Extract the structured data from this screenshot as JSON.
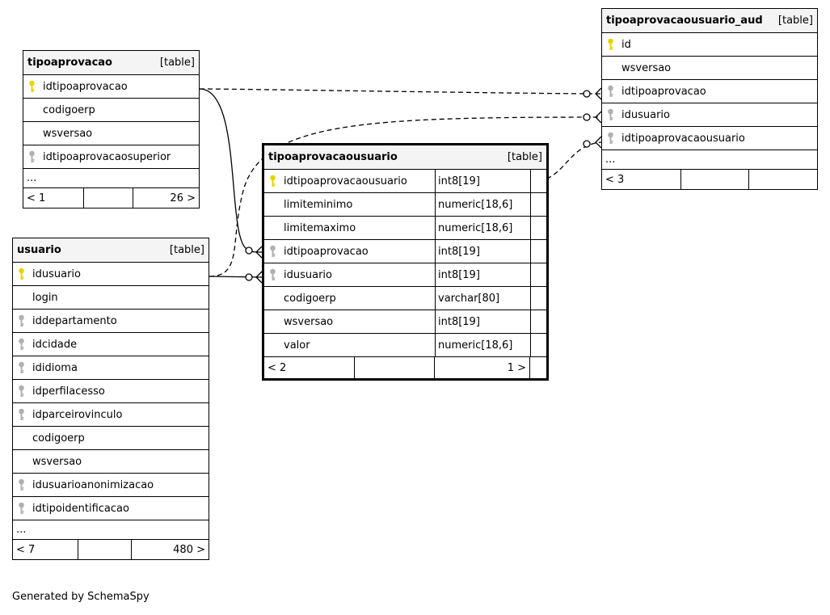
{
  "tables": {
    "tipoaprovacao": {
      "name": "tipoaprovacao",
      "type": "[table]",
      "columns": [
        {
          "name": "idtipoaprovacao",
          "key": "primary"
        },
        {
          "name": "codigoerp",
          "key": "none"
        },
        {
          "name": "wsversao",
          "key": "none"
        },
        {
          "name": "idtipoaprovacaosuperior",
          "key": "foreign"
        }
      ],
      "more": "...",
      "footer": {
        "left": "< 1",
        "right": "26 >"
      }
    },
    "usuario": {
      "name": "usuario",
      "type": "[table]",
      "columns": [
        {
          "name": "idusuario",
          "key": "primary"
        },
        {
          "name": "login",
          "key": "none"
        },
        {
          "name": "iddepartamento",
          "key": "foreign"
        },
        {
          "name": "idcidade",
          "key": "foreign"
        },
        {
          "name": "ididioma",
          "key": "foreign"
        },
        {
          "name": "idperfilacesso",
          "key": "foreign"
        },
        {
          "name": "idparceirovinculo",
          "key": "foreign"
        },
        {
          "name": "codigoerp",
          "key": "none"
        },
        {
          "name": "wsversao",
          "key": "none"
        },
        {
          "name": "idusuarioanonimizacao",
          "key": "foreign"
        },
        {
          "name": "idtipoidentificacao",
          "key": "foreign"
        }
      ],
      "more": "...",
      "footer": {
        "left": "< 7",
        "right": "480 >"
      }
    },
    "tipoaprovacaousuario": {
      "name": "tipoaprovacaousuario",
      "type": "[table]",
      "columns": [
        {
          "name": "idtipoaprovacaousuario",
          "key": "primary",
          "dtype": "int8[19]"
        },
        {
          "name": "limiteminimo",
          "key": "none",
          "dtype": "numeric[18,6]"
        },
        {
          "name": "limitemaximo",
          "key": "none",
          "dtype": "numeric[18,6]"
        },
        {
          "name": "idtipoaprovacao",
          "key": "foreign",
          "dtype": "int8[19]"
        },
        {
          "name": "idusuario",
          "key": "foreign",
          "dtype": "int8[19]"
        },
        {
          "name": "codigoerp",
          "key": "none",
          "dtype": "varchar[80]"
        },
        {
          "name": "wsversao",
          "key": "none",
          "dtype": "int8[19]"
        },
        {
          "name": "valor",
          "key": "none",
          "dtype": "numeric[18,6]"
        }
      ],
      "footer": {
        "left": "< 2",
        "right": "1 >"
      }
    },
    "tipoaprovacaousuario_aud": {
      "name": "tipoaprovacaousuario_aud",
      "type": "[table]",
      "columns": [
        {
          "name": "id",
          "key": "primary"
        },
        {
          "name": "wsversao",
          "key": "none"
        },
        {
          "name": "idtipoaprovacao",
          "key": "foreign"
        },
        {
          "name": "idusuario",
          "key": "foreign"
        },
        {
          "name": "idtipoaprovacaousuario",
          "key": "foreign"
        }
      ],
      "more": "...",
      "footer": {
        "left": "< 3",
        "right": ""
      }
    }
  },
  "colors": {
    "primary_key": "#e8d400",
    "foreign_key": "#b0b0b0",
    "header_bg": "#f4f4f4"
  },
  "credit": "Generated by SchemaSpy"
}
